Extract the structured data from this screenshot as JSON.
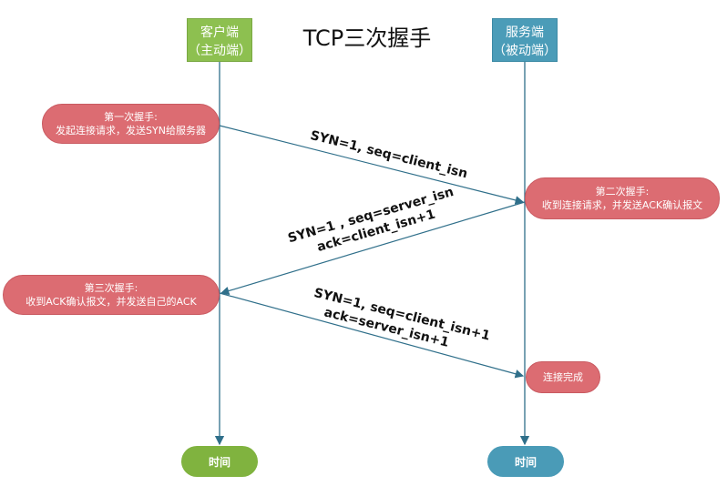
{
  "title": "TCP三次握手",
  "client": {
    "name": "客户端",
    "role": "（主动端）",
    "timeline": "时间"
  },
  "server": {
    "name": "服务端",
    "role": "（被动端）",
    "timeline": "时间"
  },
  "notes": {
    "step1": {
      "line1": "第一次握手:",
      "line2": "发起连接请求，发送SYN给服务器"
    },
    "step2": {
      "line1": "第二次握手:",
      "line2": "收到连接请求，并发送ACK确认报文"
    },
    "step3": {
      "line1": "第三次握手:",
      "line2": "收到ACK确认报文，并发送自己的ACK"
    },
    "done": {
      "line1": "连接完成"
    }
  },
  "messages": {
    "m1": {
      "line1": "SYN=1, seq=client_isn"
    },
    "m2": {
      "line1": "SYN=1 , seq=server_isn",
      "line2": "ack=client_isn+1"
    },
    "m3": {
      "line1": "SYN=1, seq=client_isn+1",
      "line2": "ack=server_isn+1"
    }
  },
  "colors": {
    "client": "#8dc050",
    "server": "#4b9cb8",
    "note": "#dc6c72",
    "line": "#2f6f8a"
  }
}
